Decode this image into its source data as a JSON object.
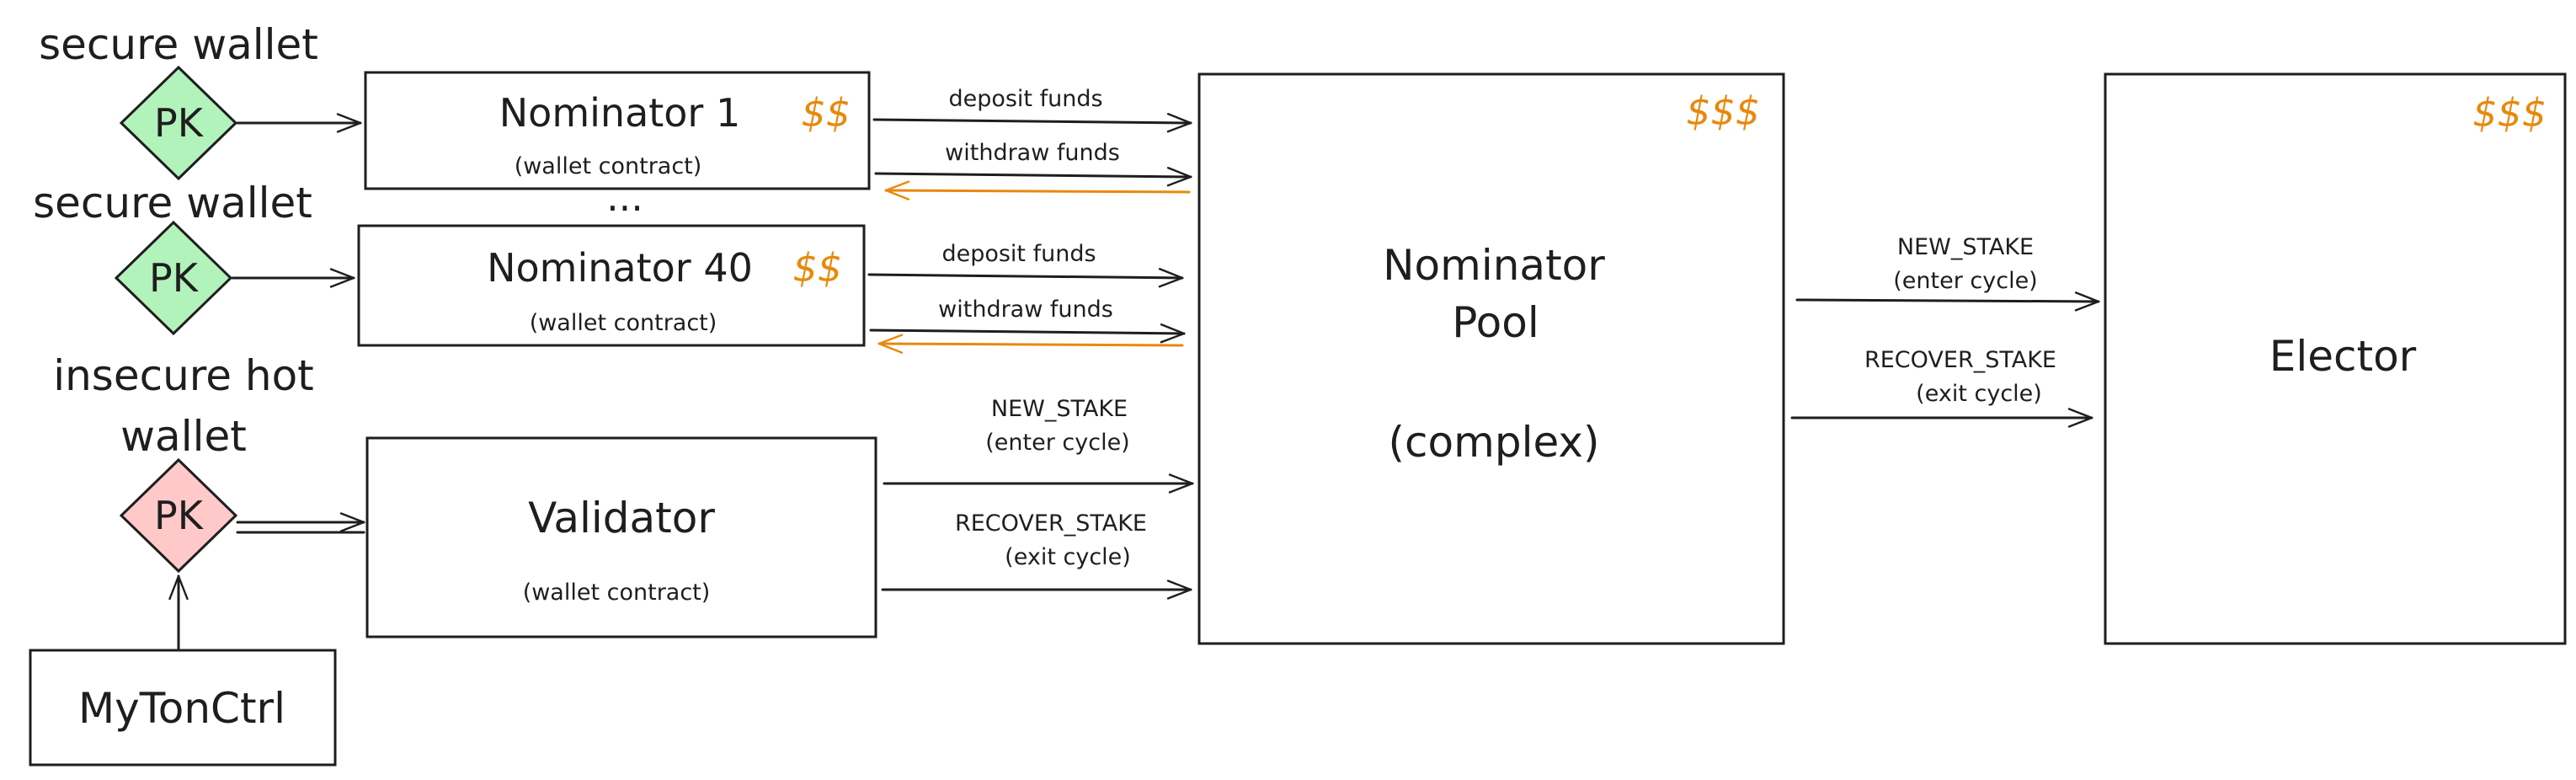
{
  "colors": {
    "stroke": "#1e1e1e",
    "accent_money": "#e8890c",
    "key_green": "#b2f2bb",
    "key_red": "#ffc9c9"
  },
  "wallets": [
    {
      "label": "secure wallet",
      "key": "PK",
      "kind": "secure"
    },
    {
      "label": "secure wallet",
      "key": "PK",
      "kind": "secure"
    },
    {
      "label_line1": "insecure hot",
      "label_line2": "wallet",
      "key": "PK",
      "kind": "insecure"
    }
  ],
  "nominators": [
    {
      "title": "Nominator 1",
      "subtitle": "(wallet contract)",
      "money": "$$"
    },
    {
      "title": "Nominator 40",
      "subtitle": "(wallet contract)",
      "money": "$$"
    }
  ],
  "ellipsis": "...",
  "validator": {
    "title": "Validator",
    "subtitle": "(wallet contract)"
  },
  "mytonctrl": {
    "title": "MyTonCtrl"
  },
  "pool": {
    "title_line1": "Nominator",
    "title_line2": "Pool",
    "title_line3": "(complex)",
    "money": "$$$"
  },
  "elector": {
    "title": "Elector",
    "money": "$$$"
  },
  "edges": {
    "deposit": "deposit funds",
    "withdraw": "withdraw funds",
    "new_stake": "NEW_STAKE",
    "enter_cycle": "(enter cycle)",
    "recover_stake": "RECOVER_STAKE",
    "exit_cycle": "(exit cycle)"
  }
}
